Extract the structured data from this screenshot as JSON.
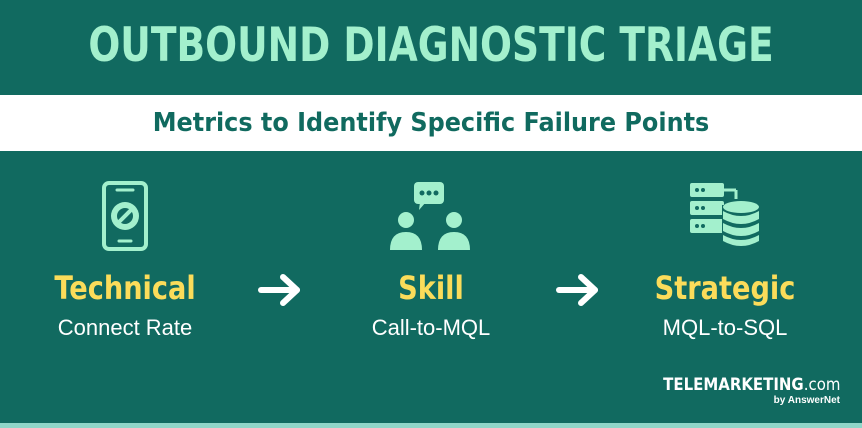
{
  "header": {
    "title": "OUTBOUND DIAGNOSTIC TRIAGE",
    "subtitle": "Metrics to Identify Specific Failure Points"
  },
  "stages": [
    {
      "icon": "phone-blocked-icon",
      "title": "Technical",
      "metric": "Connect Rate"
    },
    {
      "icon": "conversation-people-icon",
      "title": "Skill",
      "metric": "Call-to-MQL"
    },
    {
      "icon": "server-database-icon",
      "title": "Strategic",
      "metric": "MQL-to-SQL"
    }
  ],
  "brand": {
    "main_prefix": "TELE",
    "main_bold": "MARKETING",
    "main_suffix": ".com",
    "sub": "by AnswerNet"
  },
  "colors": {
    "background": "#116a60",
    "title": "#a3f0cd",
    "icon": "#a3f0cd",
    "stage_title": "#fbdc5a",
    "metric_text": "#ffffff",
    "band": "#ffffff",
    "subtitle": "#106a5f"
  }
}
